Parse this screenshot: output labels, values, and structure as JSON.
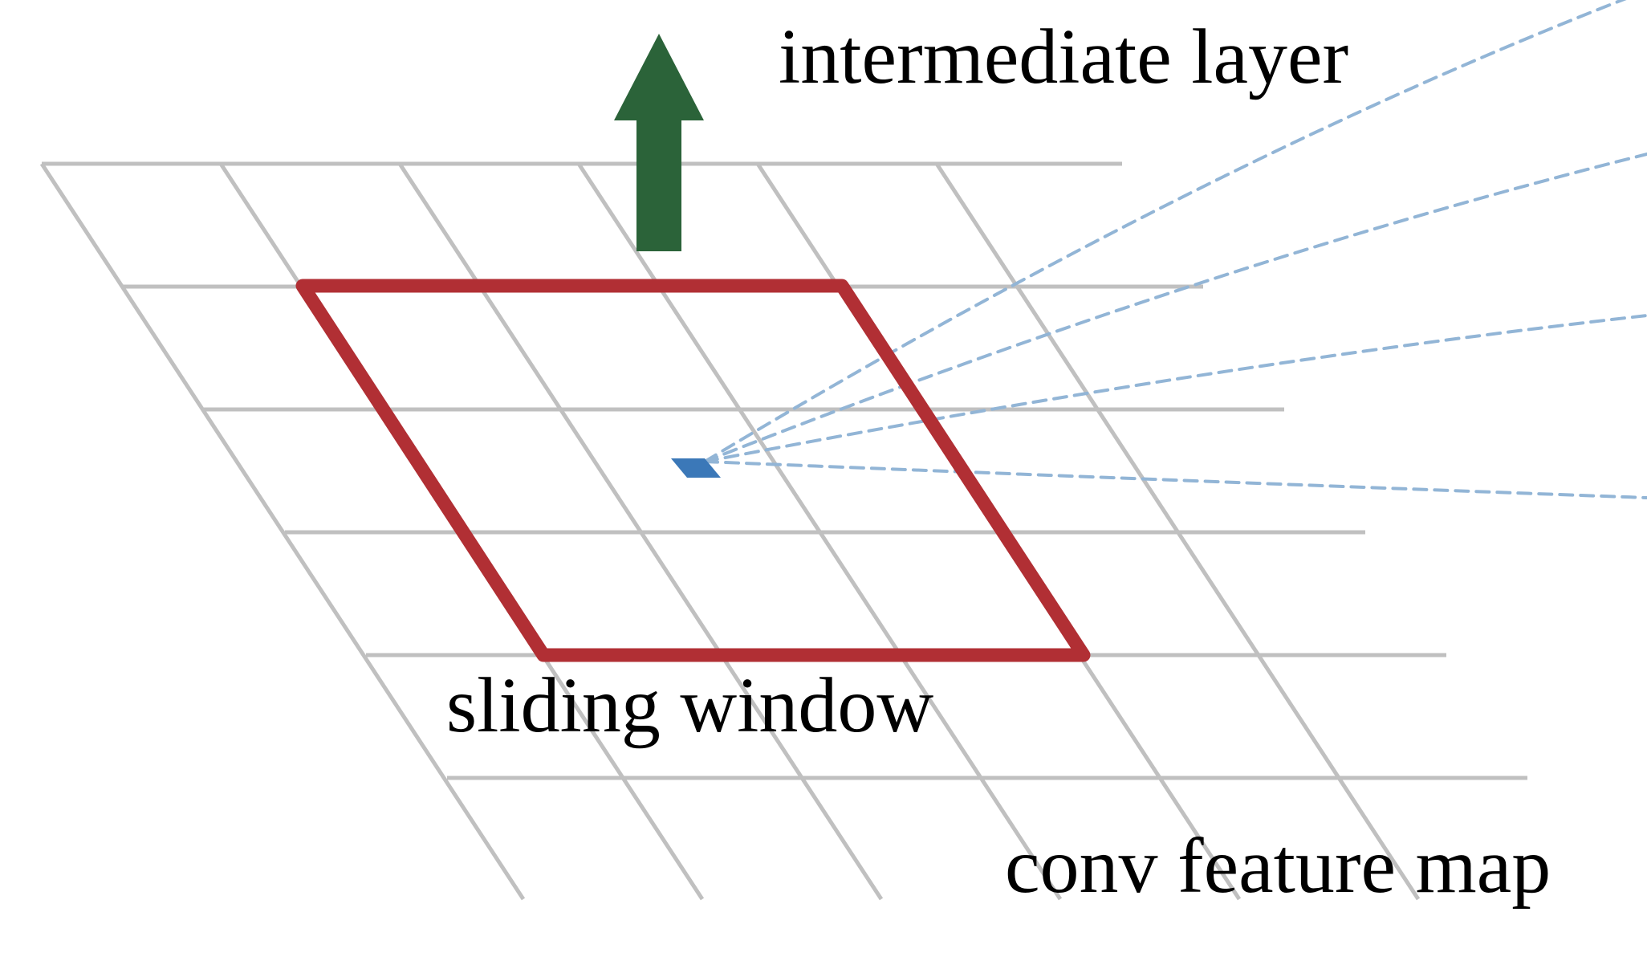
{
  "labels": {
    "intermediate_layer": "intermediate layer",
    "sliding_window": "sliding window",
    "conv_feature_map": "conv feature map"
  },
  "colors": {
    "grid": "#c0c0c0",
    "sliding_window": "#b12f34",
    "arrow": "#2b6339",
    "center_cell": "#3b78b8",
    "rays": "#92b5d6",
    "text": "#000000"
  },
  "icons": {
    "arrow": "up-arrow-icon"
  }
}
